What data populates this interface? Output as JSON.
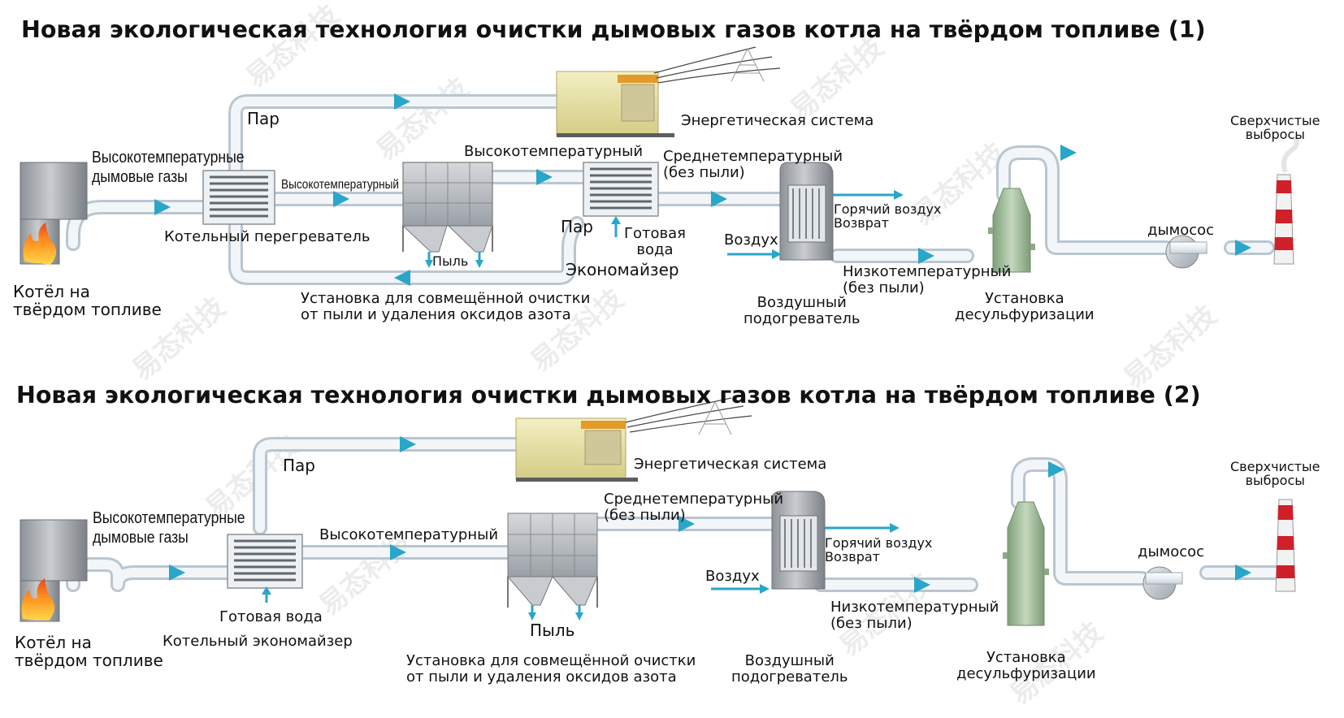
{
  "diagram1": {
    "title": "Новая экологическая технология очистки дымовых газов котла на твёрдом топливе (1)",
    "labels": {
      "steam": "Пар",
      "power_system": "Энергетическая система",
      "high_temp_flue_gas": "Высокотемпературные\nдымовые газы",
      "high_temp_1": "Высокотемпературный",
      "high_temp_2": "Высокотемпературный",
      "medium_temp": "Среднетемпературный\n(без пыли)",
      "ultra_clean": "Сверхчистые\nвыбросы",
      "superheater": "Котельный перегреватель",
      "dust": "Пыль",
      "steam_2": "Пар",
      "ready_water": "Готовая\nвода",
      "economizer": "Экономайзер",
      "hot_air_return": "Горячий воздух\nВозврат",
      "air": "Воздух",
      "low_temp": "Низкотемпературный\n(без пыли)",
      "fan": "дымосос",
      "boiler": "Котёл на\nтвёрдом топливе",
      "combined_unit": "Установка для совмещённой очистки\nот пыли и удаления оксидов азота",
      "air_heater": "Воздушный\nподогреватель",
      "desulfurization": "Установка\nдесульфуризации"
    }
  },
  "diagram2": {
    "title": "Новая экологическая технология очистки дымовых газов котла на твёрдом топливе (2)",
    "labels": {
      "steam": "Пар",
      "power_system": "Энергетическая система",
      "high_temp_flue_gas": "Высокотемпературные\nдымовые газы",
      "high_temp": "Высокотемпературный",
      "medium_temp": "Среднетемпературный\n(без пыли)",
      "ultra_clean": "Сверхчистые\nвыбросы",
      "ready_water": "Готовая вода",
      "hot_air_return": "Горячий воздух\nВозврат",
      "air": "Воздух",
      "fan": "дымосос",
      "low_temp": "Низкотемпературный\n(без пыли)",
      "dust": "Пыль",
      "boiler": "Котёл на\nтвёрдом топливе",
      "economizer": "Котельный экономайзер",
      "combined_unit": "Установка для совмещённой очистки\nот пыли и удаления оксидов азота",
      "air_heater": "Воздушный\nподогреватель",
      "desulfurization": "Установка\nдесульфуризации"
    }
  },
  "watermark": "易态科技",
  "colors": {
    "pipe_fill": "#eef3f7",
    "pipe_edge": "#b8c6d2",
    "arrow": "#29a6c9",
    "title": "#000000",
    "stack_red": "#d0202a",
    "scrubber_green": "#a9c4a0",
    "generator_yellow": "#e8e3a6"
  }
}
